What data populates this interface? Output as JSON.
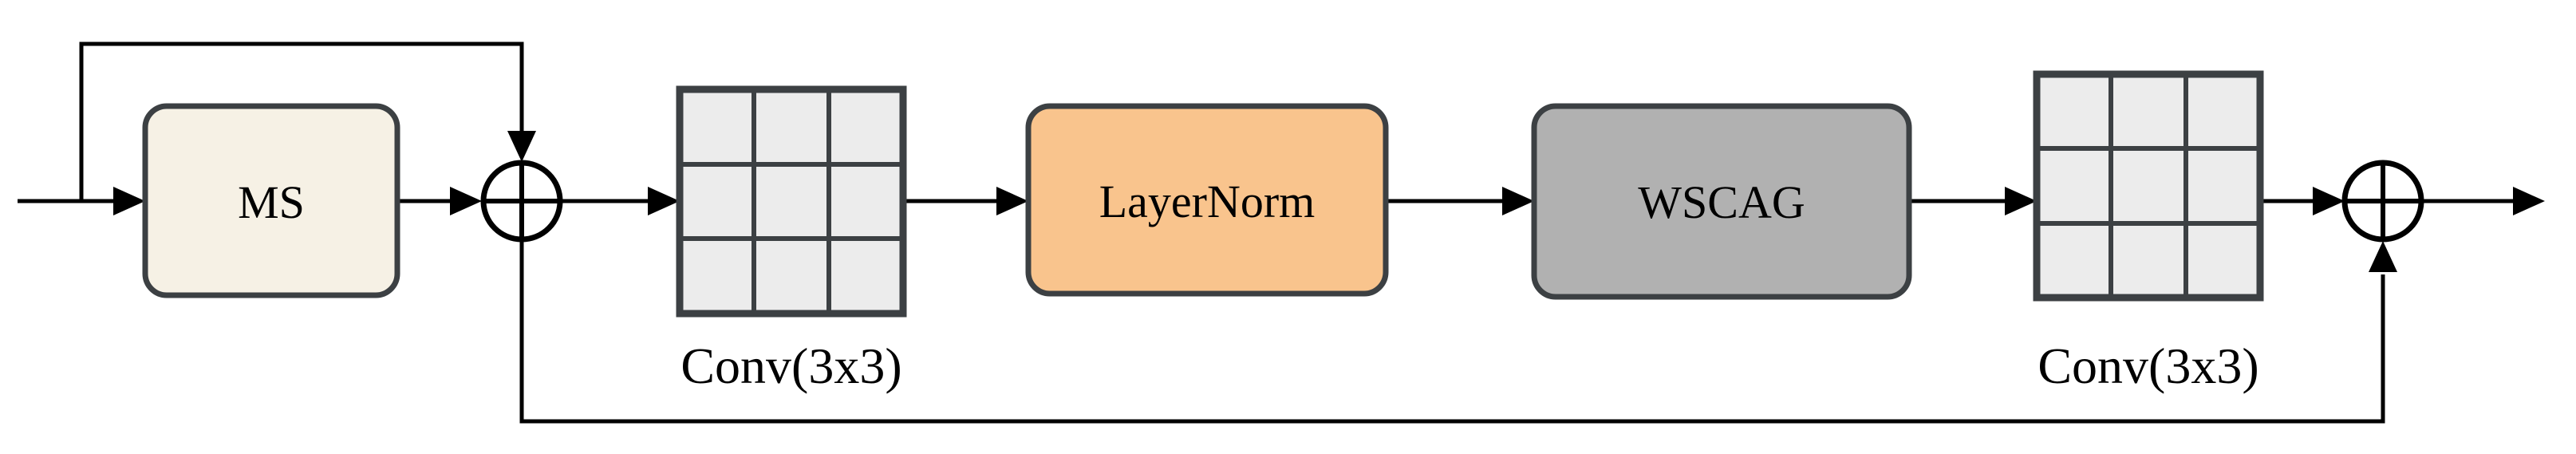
{
  "figure": {
    "type": "block-diagram",
    "blocks": {
      "ms": {
        "label": "MS"
      },
      "conv1": {
        "label": "Conv(3x3)"
      },
      "layernorm": {
        "label": "LayerNorm"
      },
      "wscag": {
        "label": "WSCAG"
      },
      "conv2": {
        "label": "Conv(3x3)"
      }
    },
    "operators": {
      "add1": {
        "icon": "circle-plus"
      },
      "add2": {
        "icon": "circle-plus"
      }
    },
    "connections": {
      "skip_top": "input to add1",
      "skip_bottom": "add1 to add2"
    },
    "colors": {
      "ms_fill": "#f6f1e5",
      "layernorm_fill": "#f9c48d",
      "wscag_fill": "#b1b1b1",
      "grid_cell_fill": "#ececec",
      "box_border": "#3c4043",
      "line": "#000000",
      "operator_fill": "#ffffff",
      "background": "#ffffff"
    }
  }
}
